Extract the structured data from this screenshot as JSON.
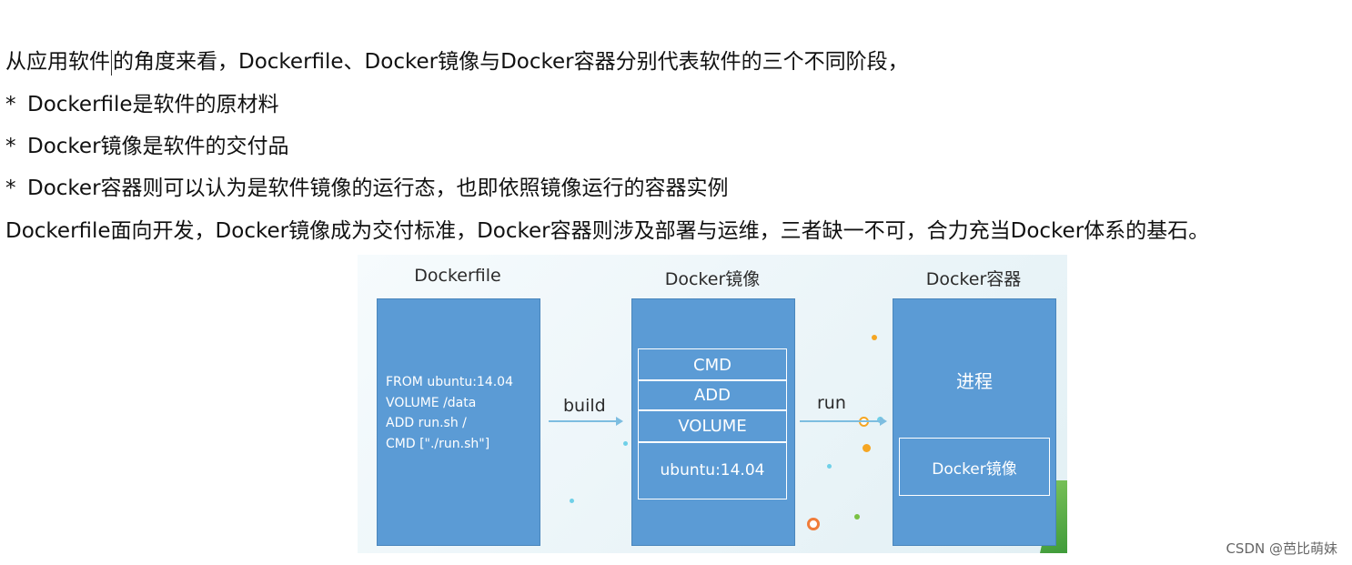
{
  "text": {
    "line1_a": "从应用软件",
    "line1_b": "的角度来看，Dockerfile、Docker镜像与Docker容器分别代表软件的三个不同阶段，",
    "bullets": [
      {
        "marker": "*",
        "text": "Dockerfile是软件的原材料"
      },
      {
        "marker": "*",
        "text": "Docker镜像是软件的交付品"
      },
      {
        "marker": "*",
        "text": "Docker容器则可以认为是软件镜像的运行态，也即依照镜像运行的容器实例"
      }
    ],
    "summary": "Dockerfile面向开发，Docker镜像成为交付标准，Docker容器则涉及部署与运维，三者缺一不可，合力充当Docker体系的基石。"
  },
  "diagram": {
    "col1_title": "Dockerfile",
    "col2_title": "Docker镜像",
    "col3_title": "Docker容器",
    "dockerfile_code": "FROM ubuntu:14.04\nVOLUME /data\nADD run.sh /\nCMD [\"./run.sh\"]",
    "layers": [
      "CMD",
      "ADD",
      "VOLUME",
      "ubuntu:14.04"
    ],
    "build_label": "build",
    "run_label": "run",
    "process_label": "进程",
    "inner_image_label": "Docker镜像",
    "panel_color": "#5b9bd5"
  },
  "watermark": "CSDN @芭比萌妹"
}
